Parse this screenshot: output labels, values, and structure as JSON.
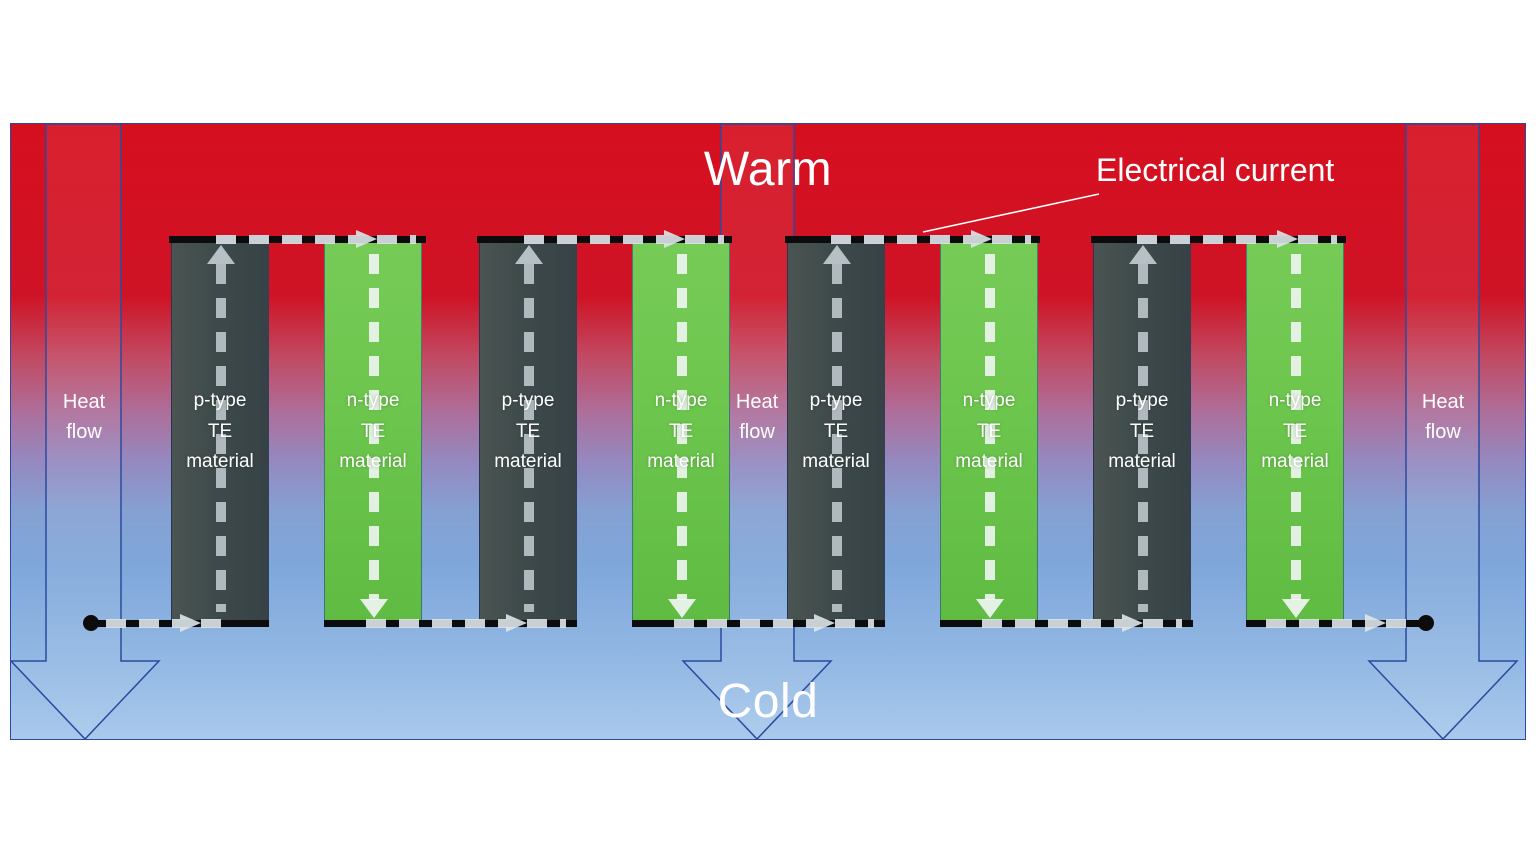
{
  "labels": {
    "warm": "Warm",
    "cold": "Cold",
    "electrical_current": "Electrical current",
    "heat_flow": "Heat\nflow"
  },
  "columns": [
    {
      "type": "p-type",
      "label": "p-type\nTE\nmaterial"
    },
    {
      "type": "n-type",
      "label": "n-type\nTE\nmaterial"
    },
    {
      "type": "p-type",
      "label": "p-type\nTE\nmaterial"
    },
    {
      "type": "n-type",
      "label": "n-type\nTE\nmaterial"
    },
    {
      "type": "p-type",
      "label": "p-type\nTE\nmaterial"
    },
    {
      "type": "n-type",
      "label": "n-type\nTE\nmaterial"
    },
    {
      "type": "p-type",
      "label": "p-type\nTE\nmaterial"
    },
    {
      "type": "n-type",
      "label": "n-type\nTE\nmaterial"
    }
  ],
  "colors": {
    "warm_red": "#d60f1f",
    "cold_blue": "#7fa7da",
    "p_type": "#3c4849",
    "n_type": "#6ac44b",
    "electrode_black": "#0c0c0c",
    "heat_arrow_outline": "#2b4a9e",
    "current_arrow": "#dee5ea",
    "text_white": "#ffffff"
  }
}
